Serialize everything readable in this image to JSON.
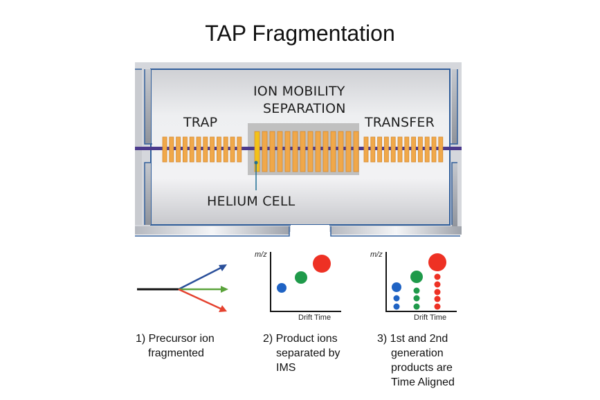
{
  "title": "TAP Fragmentation",
  "instrument": {
    "labels": {
      "trap": "TRAP",
      "ims_line1": "ION MOBILITY",
      "ims_line2": "SEPARATION",
      "transfer": "TRANSFER",
      "helium_cell": "HELIUM CELL"
    },
    "colors": {
      "electrode": "#f0a84a",
      "electrode_edge": "#d68a2e",
      "helium_cell": "#f2c21a",
      "ion_beam": "#4b3a8c",
      "frame_outline": "#2f5d9a",
      "ims_box": "#c0c0c0",
      "leader_line": "#1f6f95"
    },
    "electrode_counts": {
      "trap": 12,
      "ims": 13,
      "transfer": 12
    }
  },
  "steps": [
    {
      "number": "1)",
      "caption_lines": [
        "1) Precursor ion",
        "fragmented"
      ]
    },
    {
      "number": "2)",
      "caption_lines": [
        "2) Product ions",
        "separated by",
        "IMS"
      ],
      "y_axis_label": "m/z",
      "x_axis_label": "Drift Time"
    },
    {
      "number": "3)",
      "caption_lines": [
        "3) 1st and 2nd",
        "generation",
        "products are",
        "Time Aligned"
      ],
      "y_axis_label": "m/z",
      "x_axis_label": "Drift Time"
    }
  ],
  "ion_colors": {
    "blue": "#1f63c4",
    "green": "#1f9a4a",
    "red": "#ee3124",
    "precursor": "#111111"
  },
  "chart_data": [
    {
      "type": "scatter",
      "title": "Product ions separated by IMS",
      "xlabel": "Drift Time",
      "ylabel": "m/z",
      "series": [
        {
          "name": "blue product",
          "points": [
            [
              1,
              1
            ]
          ],
          "size": "small",
          "color": "#1f63c4"
        },
        {
          "name": "green product",
          "points": [
            [
              2,
              2
            ]
          ],
          "size": "medium",
          "color": "#1f9a4a"
        },
        {
          "name": "red product",
          "points": [
            [
              3,
              3
            ]
          ],
          "size": "large",
          "color": "#ee3124"
        }
      ]
    },
    {
      "type": "scatter",
      "title": "1st and 2nd generation products are Time Aligned",
      "xlabel": "Drift Time",
      "ylabel": "m/z",
      "series": [
        {
          "name": "blue 1st gen",
          "points": [
            [
              1,
              3
            ]
          ],
          "color": "#1f63c4"
        },
        {
          "name": "blue 2nd gen",
          "points": [
            [
              1,
              2
            ],
            [
              1,
              1
            ]
          ],
          "color": "#1f63c4"
        },
        {
          "name": "green 1st gen",
          "points": [
            [
              2,
              5
            ]
          ],
          "color": "#1f9a4a"
        },
        {
          "name": "green 2nd gen",
          "points": [
            [
              2,
              3
            ],
            [
              2,
              2
            ],
            [
              2,
              1
            ]
          ],
          "color": "#1f9a4a"
        },
        {
          "name": "red 1st gen",
          "points": [
            [
              3,
              7
            ]
          ],
          "color": "#ee3124"
        },
        {
          "name": "red 2nd gen",
          "points": [
            [
              3,
              5
            ],
            [
              3,
              4
            ],
            [
              3,
              3
            ],
            [
              3,
              2
            ],
            [
              3,
              1
            ]
          ],
          "color": "#ee3124"
        }
      ]
    }
  ]
}
